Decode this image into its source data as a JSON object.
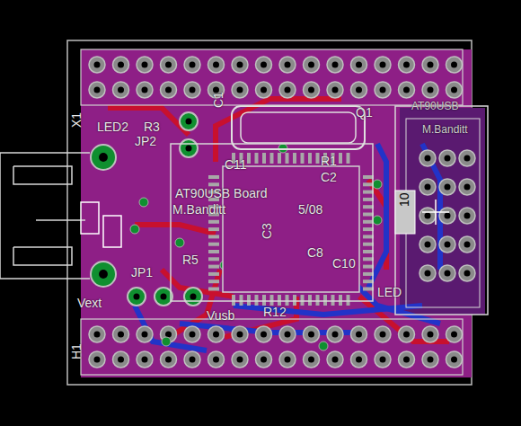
{
  "diagram": {
    "labels": [
      "X1",
      "LED2",
      "R3",
      "JP2",
      "C1",
      "Q1",
      "C11",
      "R1",
      "C2",
      "AT90USB Board",
      "M.Banditt",
      "5/08",
      "R5",
      "C3",
      "C8",
      "C10",
      "LED",
      "JP1",
      "Vext",
      "Vusb",
      "R12",
      "H1",
      "10",
      "AT90USB",
      "M.Banditt"
    ]
  }
}
